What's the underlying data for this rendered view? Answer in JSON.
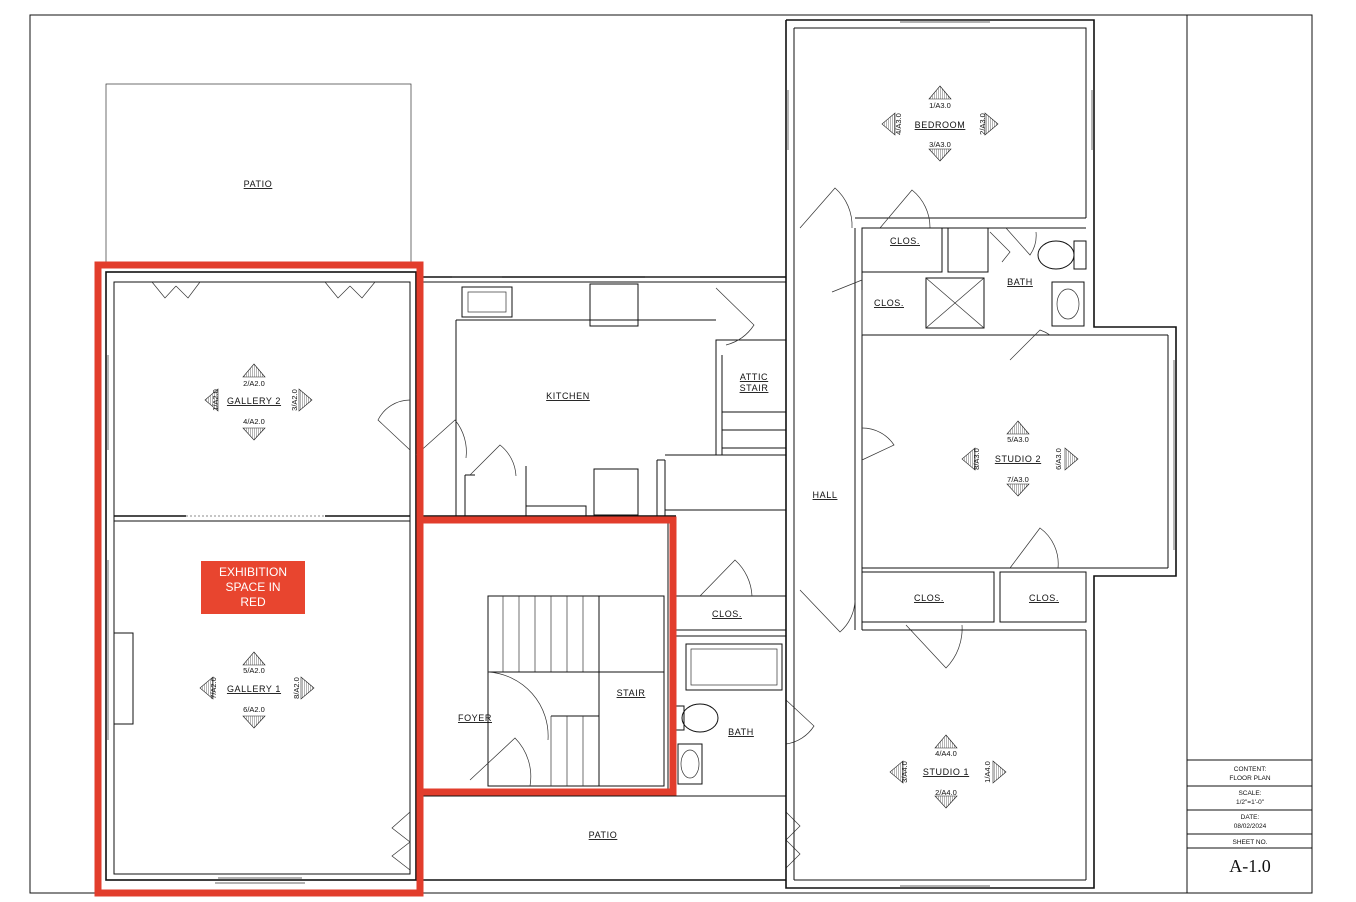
{
  "rooms": {
    "patio_top": "PATIO",
    "patio_bottom": "PATIO",
    "gallery2": "GALLERY 2",
    "gallery1": "GALLERY 1",
    "kitchen": "KITCHEN",
    "attic_stair_1": "ATTIC",
    "attic_stair_2": "STAIR",
    "hall": "HALL",
    "foyer": "FOYER",
    "stair": "STAIR",
    "bath_lower": "BATH",
    "bath_upper": "BATH",
    "clos_upper_1": "CLOS.",
    "clos_upper_2": "CLOS.",
    "clos_lower_1": "CLOS.",
    "clos_lower_2": "CLOS.",
    "clos_lower_3": "CLOS.",
    "bedroom": "BEDROOM",
    "studio2": "STUDIO 2",
    "studio1": "STUDIO 1"
  },
  "references": {
    "gallery2": {
      "top": "2/A2.0",
      "bottom": "4/A2.0",
      "left": "1/A2.0",
      "right": "3/A2.0"
    },
    "gallery1": {
      "top": "5/A2.0",
      "bottom": "6/A2.0",
      "left": "7/A2.0",
      "right": "8/A2.0"
    },
    "bedroom": {
      "top": "1/A3.0",
      "bottom": "3/A3.0",
      "left": "4/A3.0",
      "right": "2/A3.0"
    },
    "studio2": {
      "top": "5/A3.0",
      "bottom": "7/A3.0",
      "left": "8/A3.0",
      "right": "6/A3.0"
    },
    "studio1": {
      "top": "4/A4.0",
      "bottom": "2/A4.0",
      "left": "3/A4.0",
      "right": "1/A4.0"
    }
  },
  "legend": {
    "text": "EXHIBITION SPACE IN RED",
    "color": "#e8452f"
  },
  "highlight_color": "#e23d2c",
  "title_block": {
    "content_label": "CONTENT:",
    "content_value": "FLOOR PLAN",
    "scale_label": "SCALE:",
    "scale_value": "1/2\"=1'-0\"",
    "date_label": "DATE:",
    "date_value": "08/02/2024",
    "sheet_label": "SHEET NO.",
    "sheet_value": "A-1.0"
  }
}
